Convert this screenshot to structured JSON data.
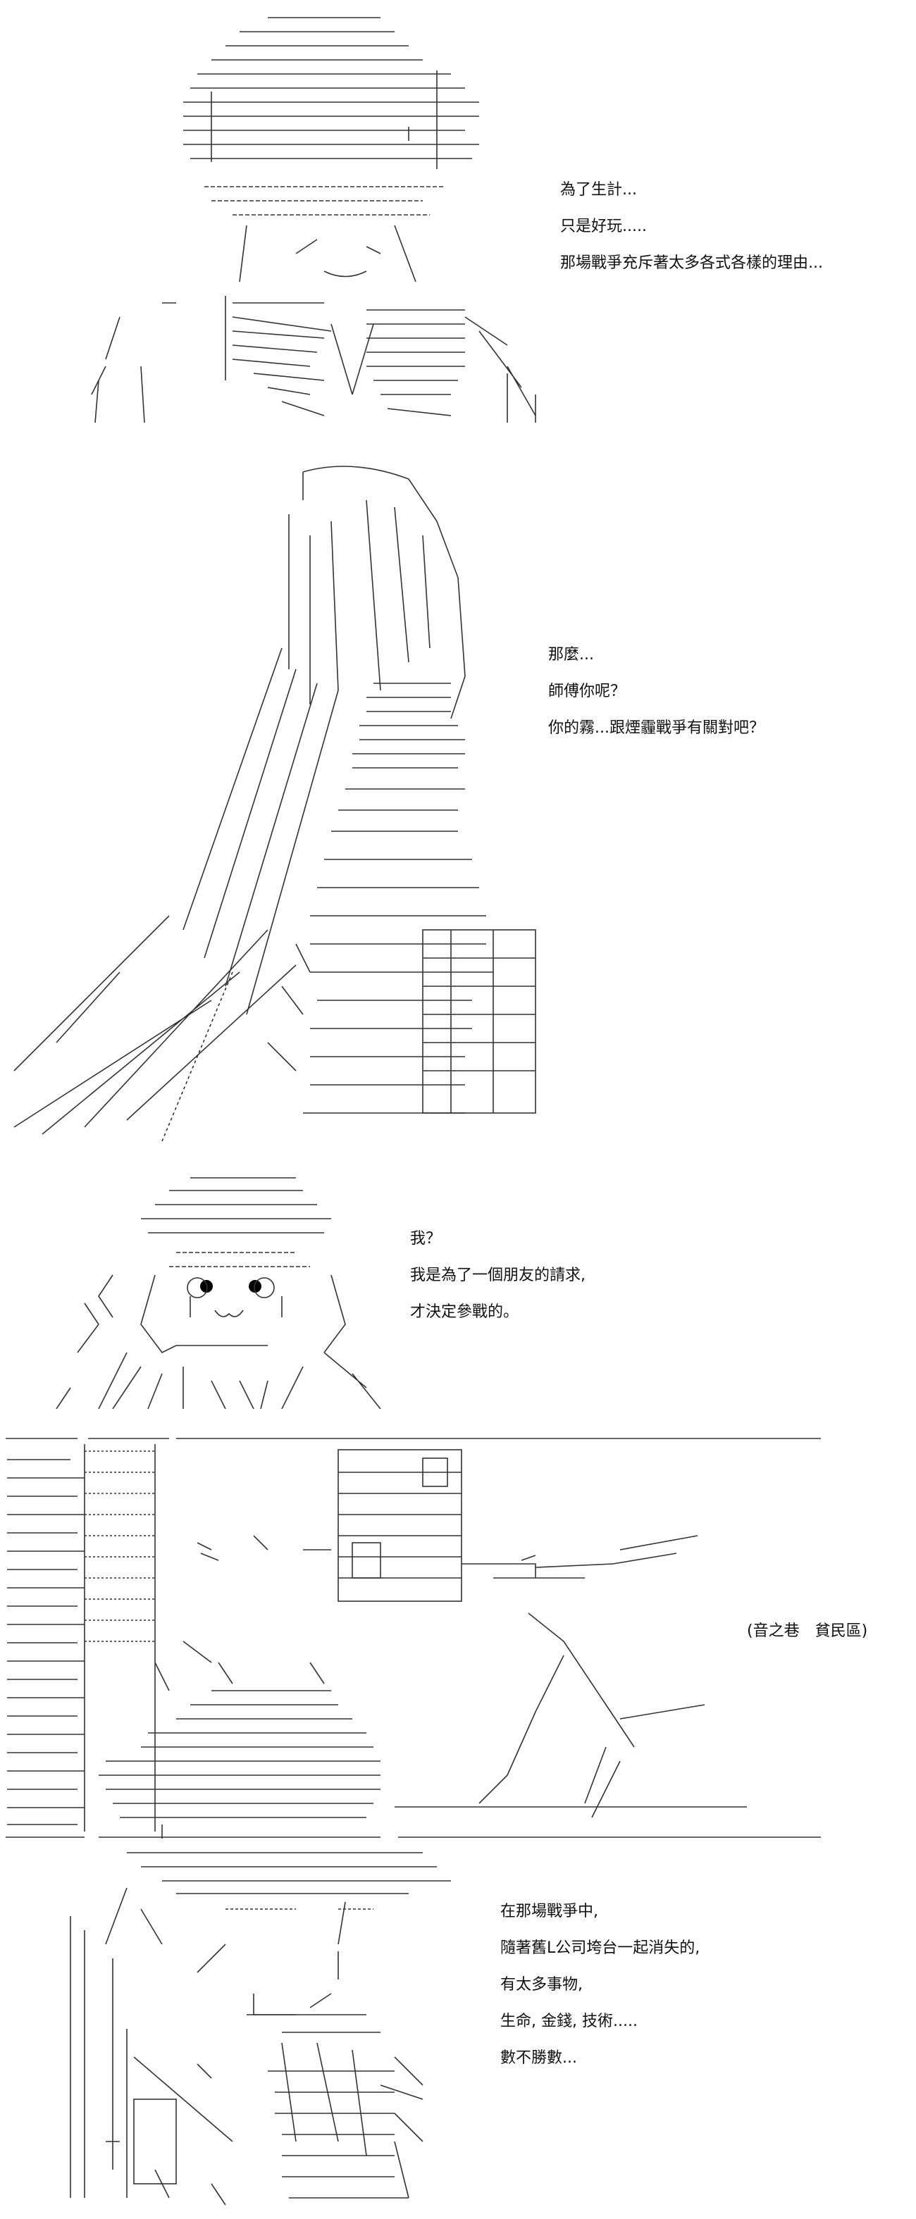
{
  "theme": {
    "ink": "#111111",
    "paper": "#ffffff"
  },
  "panels": [
    {
      "lines": [
        "為了生計...",
        "只是好玩.....",
        "那場戰爭充斥著太多各式各樣的理由..."
      ]
    },
    {
      "lines": [
        "那麼...",
        "師傅你呢？",
        "你的霧...跟煙霾戰爭有關對吧？"
      ]
    },
    {
      "lines": [
        "我？",
        "我是為了一個朋友的請求,",
        "才決定參戰的。"
      ]
    },
    {
      "location": "(音之巷　貧民區)"
    },
    {
      "lines": [
        "在那場戰爭中,",
        "隨著舊L公司垮台一起消失的,",
        "有太多事物,",
        "生命, 金錢, 技術.....",
        "數不勝數..."
      ]
    }
  ]
}
